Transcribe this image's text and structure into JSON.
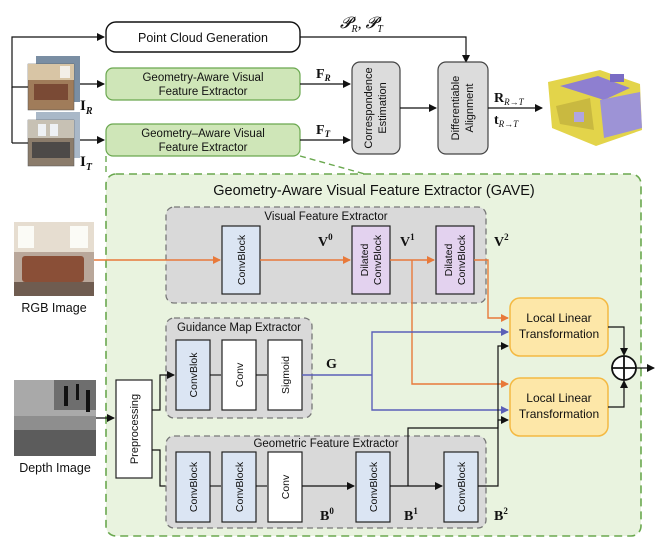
{
  "top": {
    "point_cloud_generation": "Point Cloud Generation",
    "gave_top_1": [
      "Geometry-Aware Visual",
      "Feature Extractor"
    ],
    "gave_top_2": [
      "Geometry–Aware Visual",
      "Feature Extractor"
    ],
    "correspondence": [
      "Correspondence",
      "Estimation"
    ],
    "alignment": [
      "Differentiable",
      "Alignment"
    ],
    "sym_PR_PT": "𝓟",
    "sym_PR_sub": "R",
    "sym_PT_sub": "T",
    "sym_FR": "F",
    "sym_FR_sub": "R",
    "sym_FT": "F",
    "sym_FT_sub": "T",
    "sym_IR": "I",
    "sym_IR_sub": "R",
    "sym_IT": "I",
    "sym_IT_sub": "T",
    "sym_R": "R",
    "sym_R_sub": "R→T",
    "sym_t": "t",
    "sym_t_sub": "R→T"
  },
  "gave": {
    "title": "Geometry-Aware Visual Feature Extractor (GAVE)",
    "rgb_label": "RGB Image",
    "depth_label": "Depth Image",
    "preprocessing": "Preprocessing",
    "vfe": {
      "title": "Visual Feature Extractor",
      "block1": "ConvBlock",
      "block2": [
        "Dilated",
        "ConvBlock"
      ],
      "block3": [
        "Dilated",
        "ConvBlock"
      ],
      "v0": "V",
      "v0_sup": "0",
      "v1": "V",
      "v1_sup": "1",
      "v2": "V",
      "v2_sup": "2"
    },
    "gme": {
      "title": "Guidance Map Extractor",
      "block1": "ConvBlok",
      "block2": "Conv",
      "block3": "Sigmoid",
      "g": "G"
    },
    "gfe": {
      "title": "Geometric Feature Extractor",
      "block1": "ConvBlock",
      "block2": "ConvBlock",
      "block3": "Conv",
      "block4": "ConvBlock",
      "block5": "ConvBlock",
      "b0": "B",
      "b0_sup": "0",
      "b1": "B",
      "b1_sup": "1",
      "b2": "B",
      "b2_sup": "2"
    },
    "llt1": [
      "Local Linear",
      "Transformation"
    ],
    "llt2": [
      "Local Linear",
      "Transformation"
    ]
  },
  "colors": {
    "green_fill": "#e9f3df",
    "green_box": "#cfe6b8",
    "green_border": "#6aa84f",
    "gray_panel": "#d9d9d9",
    "blue_block": "#dbe5f3",
    "purple_block": "#e3d2ef",
    "yellow_block": "#fde7a8",
    "yellow_border": "#f4b942",
    "orange_line": "#e8793a",
    "blue_line": "#5b5fb8"
  }
}
